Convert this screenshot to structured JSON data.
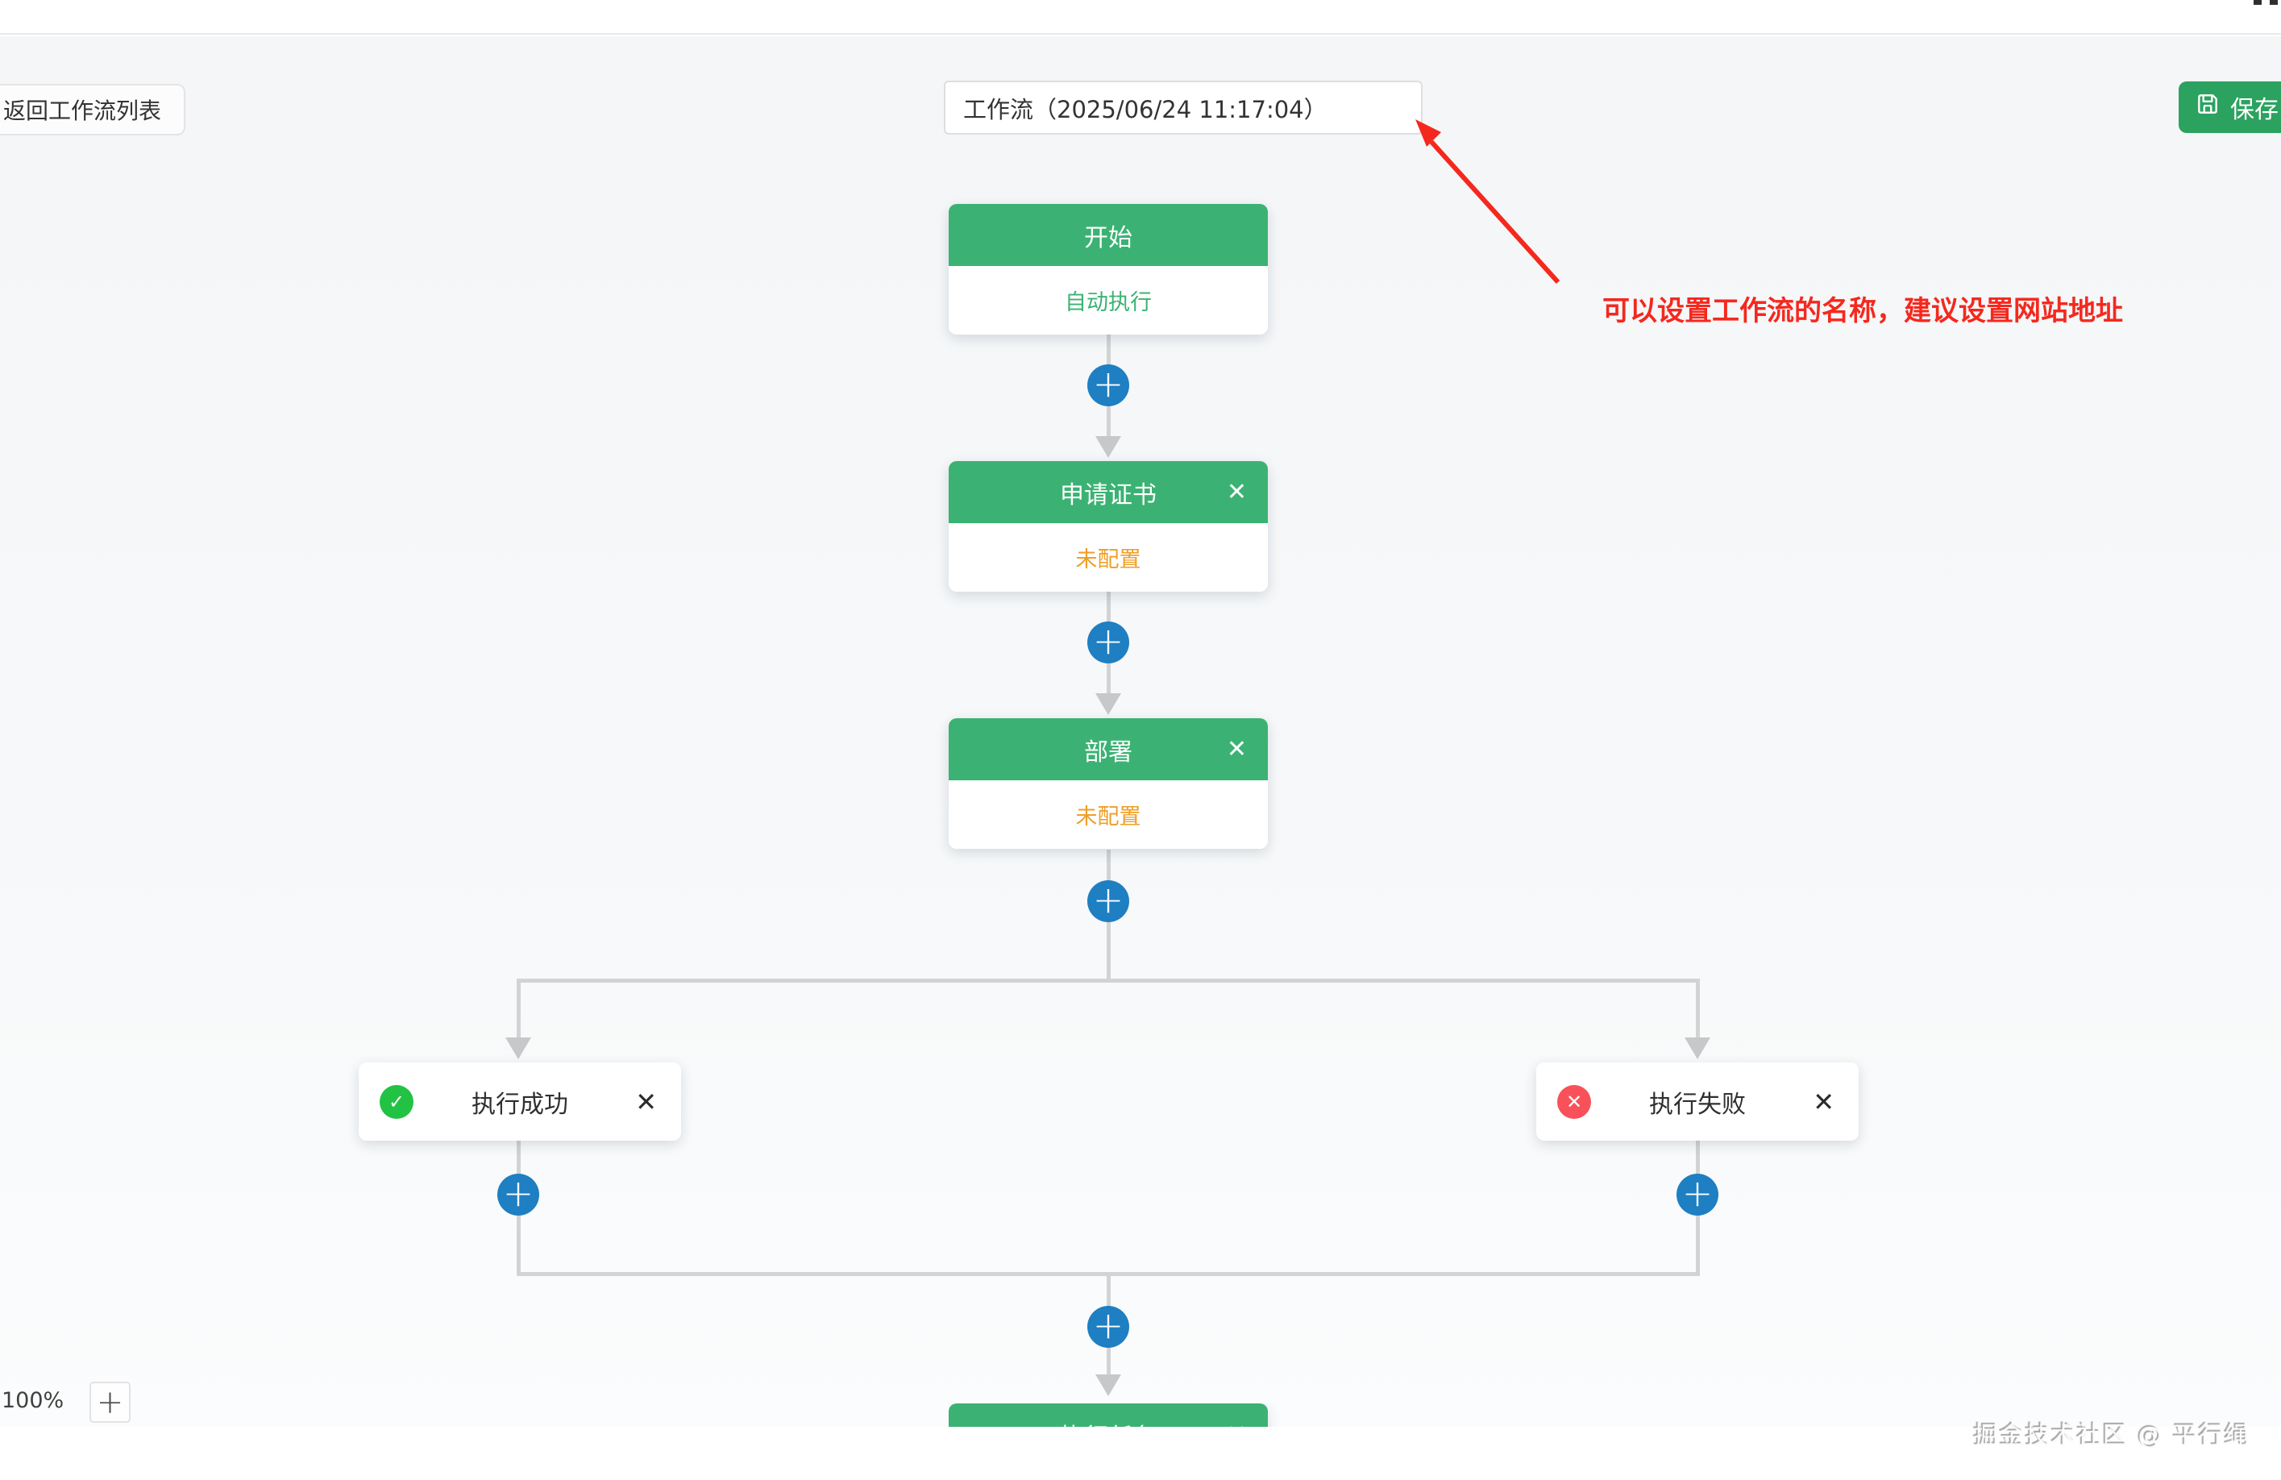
{
  "toolbar": {
    "back_label": "返回工作流列表",
    "name_value": "工作流（2025/06/24 11:17:04）",
    "save_label": "保存"
  },
  "flow": {
    "start": {
      "title": "开始",
      "body": "自动执行"
    },
    "cert": {
      "title": "申请证书",
      "body": "未配置"
    },
    "deploy": {
      "title": "部署",
      "body": "未配置"
    },
    "success": {
      "title": "执行成功"
    },
    "fail": {
      "title": "执行失败"
    },
    "next_partial": {
      "title": "执行任务"
    },
    "icons": {
      "close": "✕",
      "plus": "+",
      "check": "✓",
      "error": "✕"
    }
  },
  "annotation": {
    "text": "可以设置工作流的名称，建议设置网站地址"
  },
  "zoom_controls": {
    "level": "100%",
    "zoom_in": "+"
  },
  "watermark": "掘金技术社区 @ 平行绳",
  "colors": {
    "node_green": "#3bb273",
    "save_green": "#2ba25f",
    "plus_blue": "#1e7fc2",
    "warn_orange": "#ef9e26",
    "success_green": "#22c244",
    "fail_red": "#f9515a",
    "annotation_red": "#f5281e",
    "connector_gray": "#d2d3d5"
  }
}
